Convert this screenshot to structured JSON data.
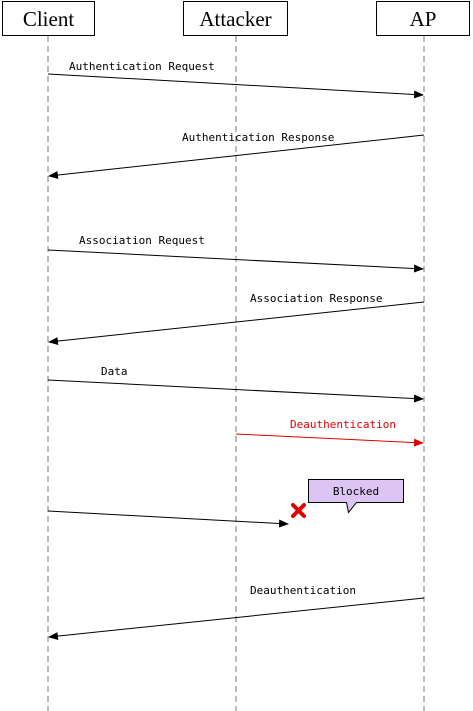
{
  "actors": [
    {
      "id": "client",
      "label": "Client"
    },
    {
      "id": "attacker",
      "label": "Attacker"
    },
    {
      "id": "ap",
      "label": "AP"
    }
  ],
  "messages": [
    {
      "label": "Authentication Request",
      "from": "client",
      "to": "ap",
      "color": "#000000"
    },
    {
      "label": "Authentication Response",
      "from": "ap",
      "to": "client",
      "color": "#000000"
    },
    {
      "label": "Association Request",
      "from": "client",
      "to": "ap",
      "color": "#000000"
    },
    {
      "label": "Association Response",
      "from": "ap",
      "to": "client",
      "color": "#000000"
    },
    {
      "label": "Data",
      "from": "client",
      "to": "ap",
      "color": "#000000"
    },
    {
      "label": "Deauthentication",
      "from": "attacker",
      "to": "ap",
      "color": "#e00000"
    },
    {
      "label": "",
      "from": "client",
      "to": "blocked",
      "color": "#000000"
    },
    {
      "label": "Deauthentication",
      "from": "ap",
      "to": "client",
      "color": "#000000"
    }
  ],
  "blocked_note": {
    "label": "Blocked",
    "fill": "#dcc4f4",
    "icon": "red-x-icon"
  }
}
